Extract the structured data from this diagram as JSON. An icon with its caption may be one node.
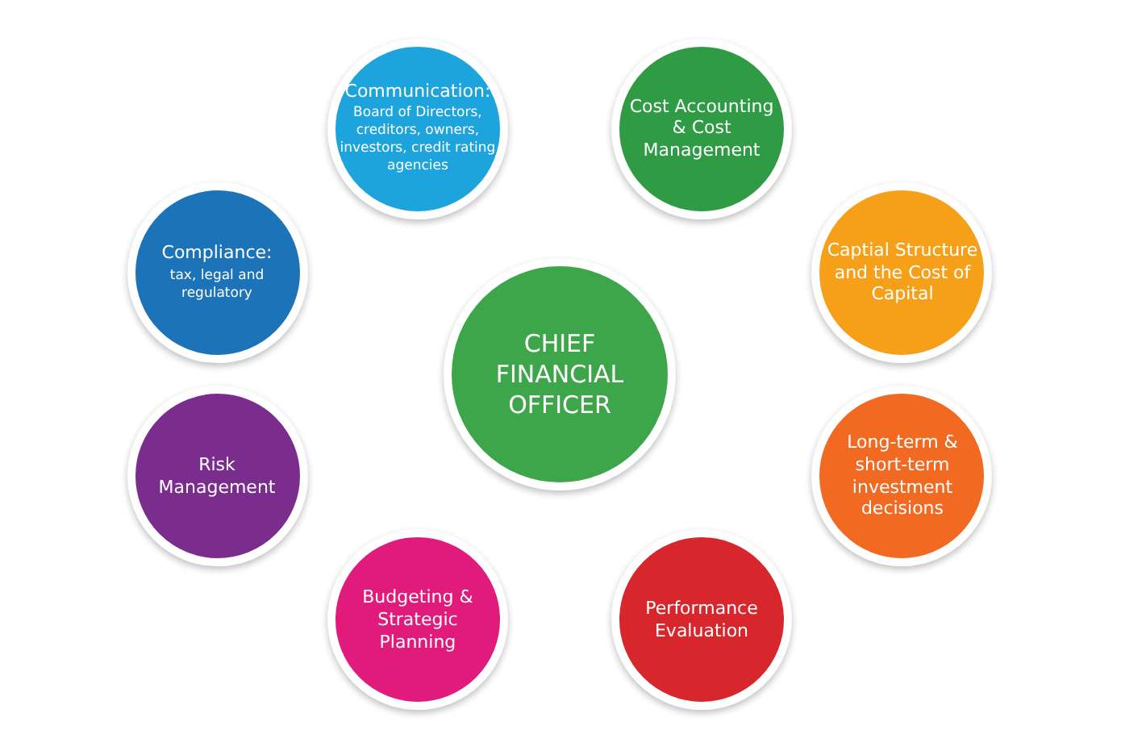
{
  "diagram": {
    "nodes": [
      {
        "text": [
          "CHIEF FINANCIAL OFFICER"
        ]
      },
      {
        "text": [
          "Cost Accounting & Cost Management"
        ]
      },
      {
        "text": [
          "Captial Structure and the Cost of Capital"
        ]
      },
      {
        "text": [
          "Long-term & short-term investment decisions"
        ]
      },
      {
        "text": [
          "Performance Evaluation"
        ]
      },
      {
        "text": [
          "Budgeting & Strategic Planning"
        ]
      },
      {
        "text": [
          "Risk Management"
        ]
      },
      {
        "text": [
          "Compliance:",
          "tax, legal and regulatory"
        ]
      },
      {
        "text": [
          "Communication:",
          "Board of Directors, creditors, owners, investors, credit rating agencies"
        ]
      }
    ],
    "edges": []
  }
}
